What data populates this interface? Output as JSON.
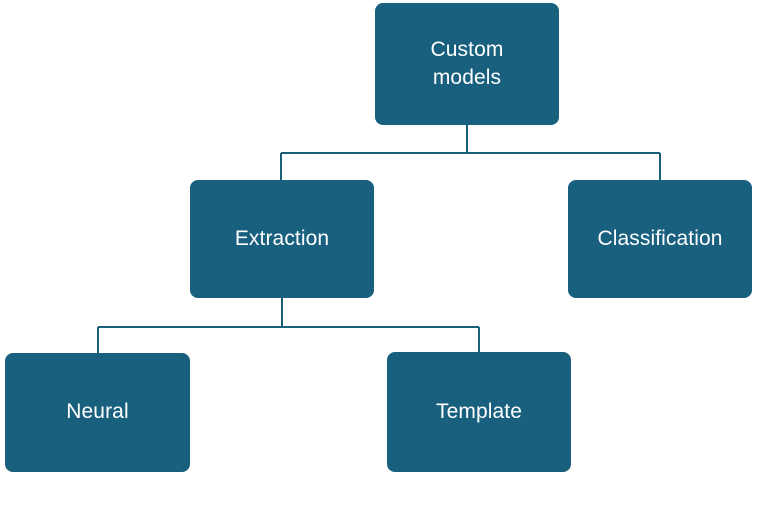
{
  "diagram": {
    "type": "hierarchy-tree",
    "title": "Custom models",
    "background_color": "#ffffff",
    "node_fill_color": "#19607f",
    "node_text_color": "#ffffff",
    "connector_color": "#1a5f7a",
    "nodes": [
      {
        "id": "root",
        "label": "Custom\nmodels",
        "level": 0
      },
      {
        "id": "extraction",
        "label": "Extraction",
        "level": 1
      },
      {
        "id": "classification",
        "label": "Classification",
        "level": 1
      },
      {
        "id": "neural",
        "label": "Neural",
        "level": 2
      },
      {
        "id": "template",
        "label": "Template",
        "level": 2
      }
    ],
    "edges": [
      {
        "from": "root",
        "to": "extraction"
      },
      {
        "from": "root",
        "to": "classification"
      },
      {
        "from": "extraction",
        "to": "neural"
      },
      {
        "from": "extraction",
        "to": "template"
      }
    ]
  }
}
